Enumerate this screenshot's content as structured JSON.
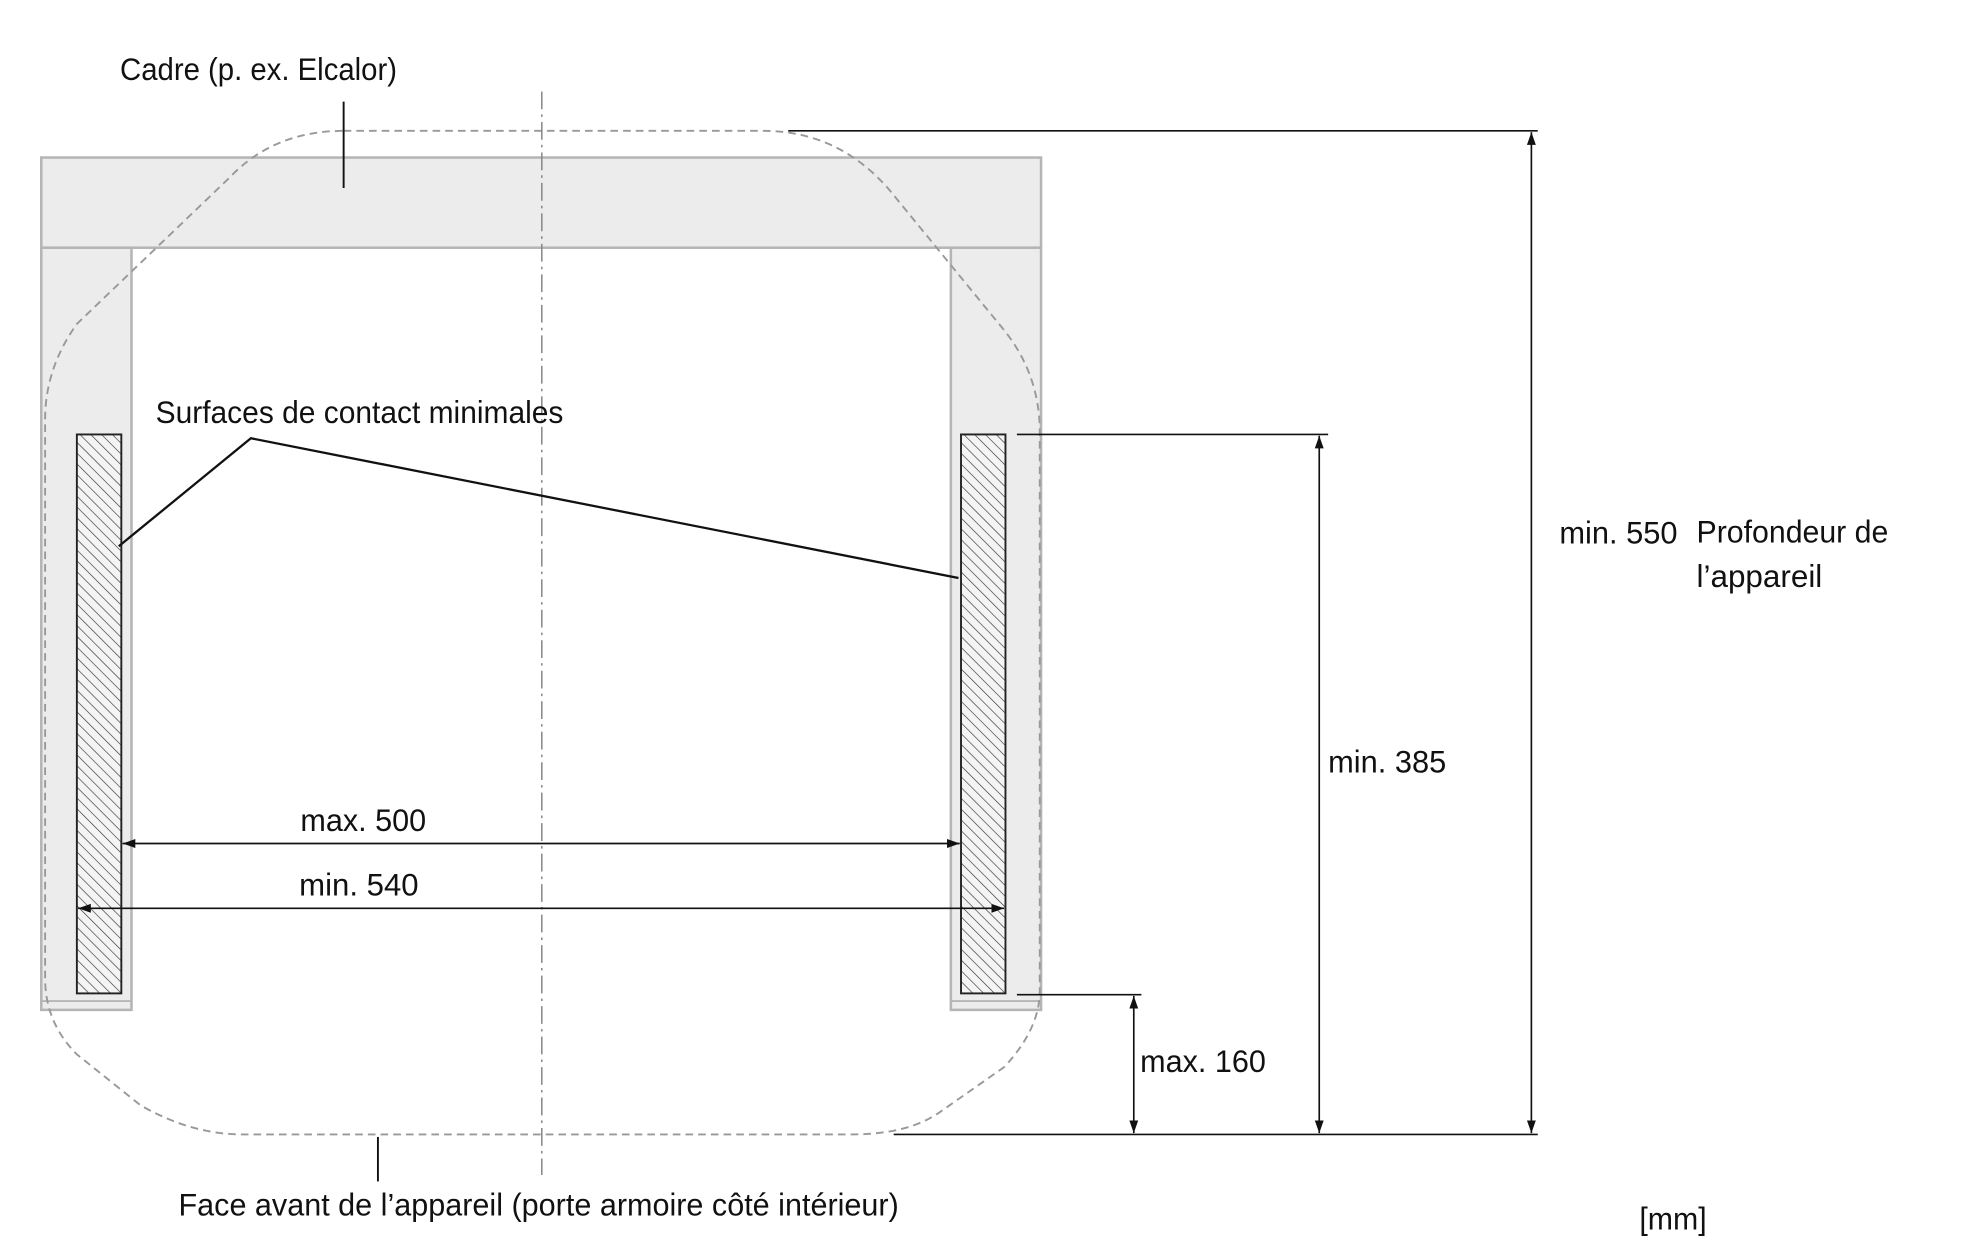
{
  "labels": {
    "frame": "Cadre (p. ex. Elcalor)",
    "contact_surfaces": "Surfaces de contact minimales",
    "max_500": "max. 500",
    "min_540": "min. 540",
    "min_385": "min. 385",
    "min_550": "min. 550",
    "depth_line1": "Profondeur de",
    "depth_line2": "l’appareil",
    "max_160": "max. 160",
    "front_face": "Face avant de l’appareil (porte armoire côté intérieur)",
    "unit": "[mm]"
  },
  "colors": {
    "frame_fill": "#ececec",
    "frame_stroke": "#b5b5b5",
    "line": "#111111",
    "dashed": "#999999"
  }
}
